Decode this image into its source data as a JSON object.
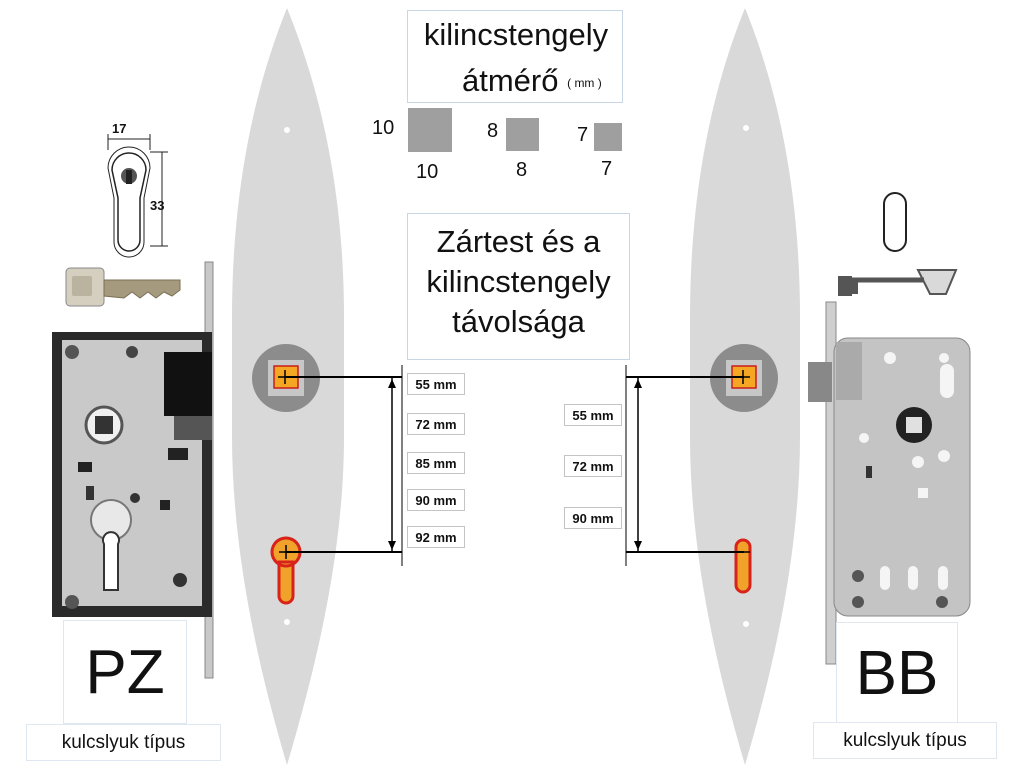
{
  "diameter": {
    "title_line1": "kilincstengely",
    "title_line2": "átmérő",
    "unit": "( mm )",
    "sizes": [
      {
        "left": "10",
        "below": "10"
      },
      {
        "left": "8",
        "below": "8"
      },
      {
        "left": "7",
        "below": "7"
      }
    ]
  },
  "distance": {
    "line1": "Zártest és a",
    "line2": "kilincstengely",
    "line3": "távolsága"
  },
  "pz": {
    "cylinder_width": "17",
    "cylinder_height": "33",
    "type_label": "PZ",
    "caption": "kulcslyuk típus",
    "distances": [
      "55 mm",
      "72 mm",
      "85 mm",
      "90 mm",
      "92 mm"
    ]
  },
  "bb": {
    "type_label": "BB",
    "caption": "kulcslyuk típus",
    "distances": [
      "55 mm",
      "72 mm",
      "90 mm"
    ]
  },
  "colors": {
    "plate": "#d9d9d9",
    "spindle_square": "#f5a623",
    "keyhole_fill": "#f0a22a",
    "keyhole_outline": "#d8231b",
    "gauge_square": "#9f9f9f",
    "lock_body_dark": "#2a2a2a",
    "lock_body_light": "#c9c9c9"
  }
}
